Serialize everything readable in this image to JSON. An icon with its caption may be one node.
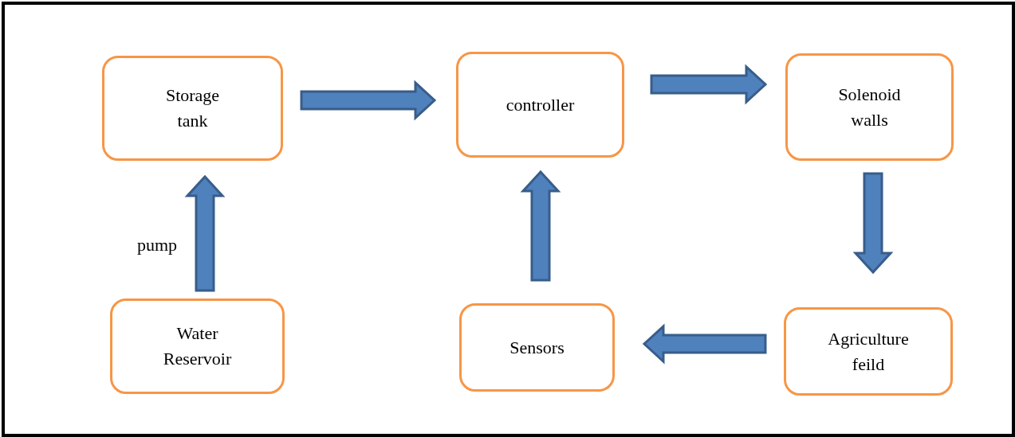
{
  "diagram": {
    "nodes": [
      {
        "text": [
          "Storage tank"
        ]
      },
      {
        "text": [
          "controller"
        ]
      },
      {
        "text": [
          "Solenoid walls"
        ]
      },
      {
        "text": [
          "Water Reservoir"
        ]
      },
      {
        "text": [
          "Sensors"
        ]
      },
      {
        "text": [
          "Agriculture feild"
        ]
      }
    ],
    "edges": [
      {
        "from": 3,
        "to": 0,
        "arrow": "to",
        "label": "pump"
      },
      {
        "from": 0,
        "to": 1,
        "arrow": "to"
      },
      {
        "from": 1,
        "to": 2,
        "arrow": "to"
      },
      {
        "from": 2,
        "to": 5,
        "arrow": "to"
      },
      {
        "from": 5,
        "to": 4,
        "arrow": "to"
      },
      {
        "from": 4,
        "to": 1,
        "arrow": "to"
      }
    ]
  }
}
